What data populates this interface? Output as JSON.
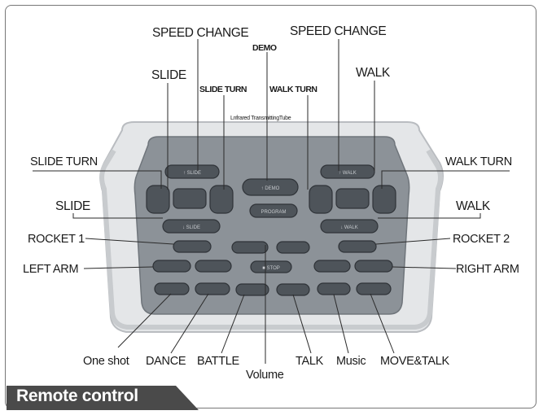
{
  "labels": {
    "speed_change_left": "SPEED CHANGE",
    "speed_change_right": "SPEED CHANGE",
    "demo": "DEMO",
    "slide_top": "SLIDE",
    "slide_turn_top": "SLIDE TURN",
    "walk_turn_top": "WALK TURN",
    "walk_top": "WALK",
    "infrared": "Lnfrared TransmittingTube",
    "slide_turn_left": "SLIDE TURN",
    "walk_turn_right": "WALK TURN",
    "slide_left": "SLIDE",
    "walk_right": "WALK",
    "rocket1": "ROCKET 1",
    "rocket2": "ROCKET 2",
    "left_arm": "LEFT ARM",
    "right_arm": "RIGHT ARM",
    "one_shot": "One shot",
    "dance": "DANCE",
    "battle": "BATTLE",
    "volume": "Volume",
    "talk": "TALK",
    "music": "Music",
    "move_talk": "MOVE&TALK"
  },
  "banner": {
    "title": "Remote control"
  },
  "colors": {
    "banner": "#4a4a4a",
    "panel": "#8c9298",
    "shell": "#e4e6e8",
    "button": "#4e545a"
  }
}
